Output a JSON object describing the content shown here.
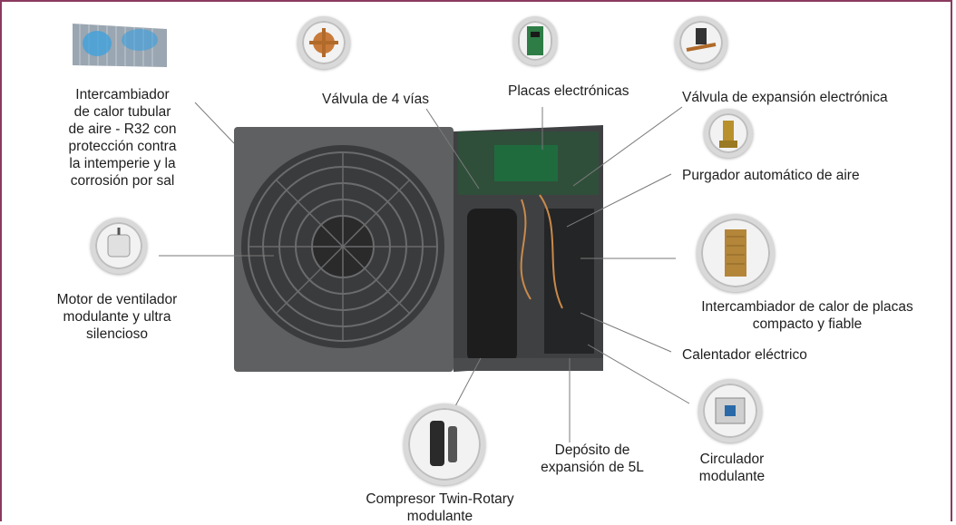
{
  "colors": {
    "frame": "#8a3a5e",
    "leader_line": "#7a7a7a",
    "unit_body": "#555555"
  },
  "labels": {
    "air_exchanger": "Intercambiador\nde calor tubular\nde aire - R32 con\nprotección contra\nla intemperie y la\ncorrosión por sal",
    "valve_4way": "Válvula de 4 vías",
    "electronic_boards": "Placas electrónicas",
    "expansion_valve": "Válvula de expansión electrónica",
    "air_purger": "Purgador automático de aire",
    "fan_motor": "Motor de ventilador\nmodulante y ultra\nsilencioso",
    "plate_exchanger": "Intercambiador de calor de placas\ncompacto y fiable",
    "electric_heater": "Calentador eléctrico",
    "circulator": "Circulador\nmodulante",
    "expansion_tank": "Depósito de\nexpansión de 5L",
    "compressor": "Compresor Twin-Rotary\nmodulante"
  },
  "icons": {
    "coil": "heat-exchanger-coil-icon",
    "valve4": "four-way-valve-icon",
    "board": "circuit-board-icon",
    "expvalve": "expansion-valve-icon",
    "purger": "air-purger-icon",
    "motor": "fan-motor-icon",
    "plate": "plate-heat-exchanger-icon",
    "circ": "circulator-pump-icon",
    "comp": "compressor-icon"
  }
}
